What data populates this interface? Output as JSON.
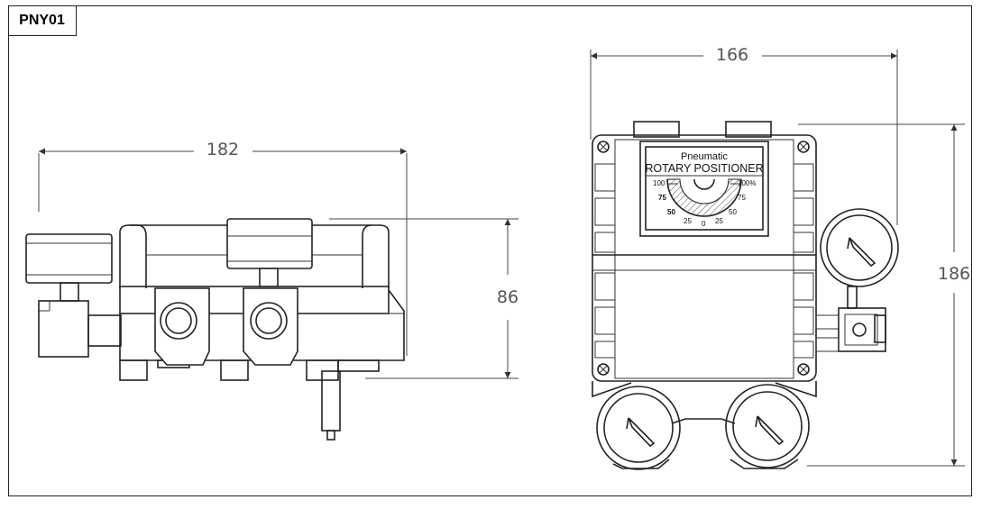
{
  "drawing": {
    "model_label": "PNY01",
    "dimensions": {
      "side_width": "182",
      "side_height": "86",
      "front_width": "166",
      "front_height": "186"
    },
    "nameplate": {
      "line1": "Pneumatic",
      "line2": "ROTARY POSITIONER"
    },
    "scale_labels": {
      "left_100": "100",
      "left_75": "75",
      "left_50": "50",
      "left_25": "25",
      "center_0": "0",
      "right_25": "25",
      "right_50": "50",
      "right_75": "75",
      "right_100": "100%"
    }
  }
}
